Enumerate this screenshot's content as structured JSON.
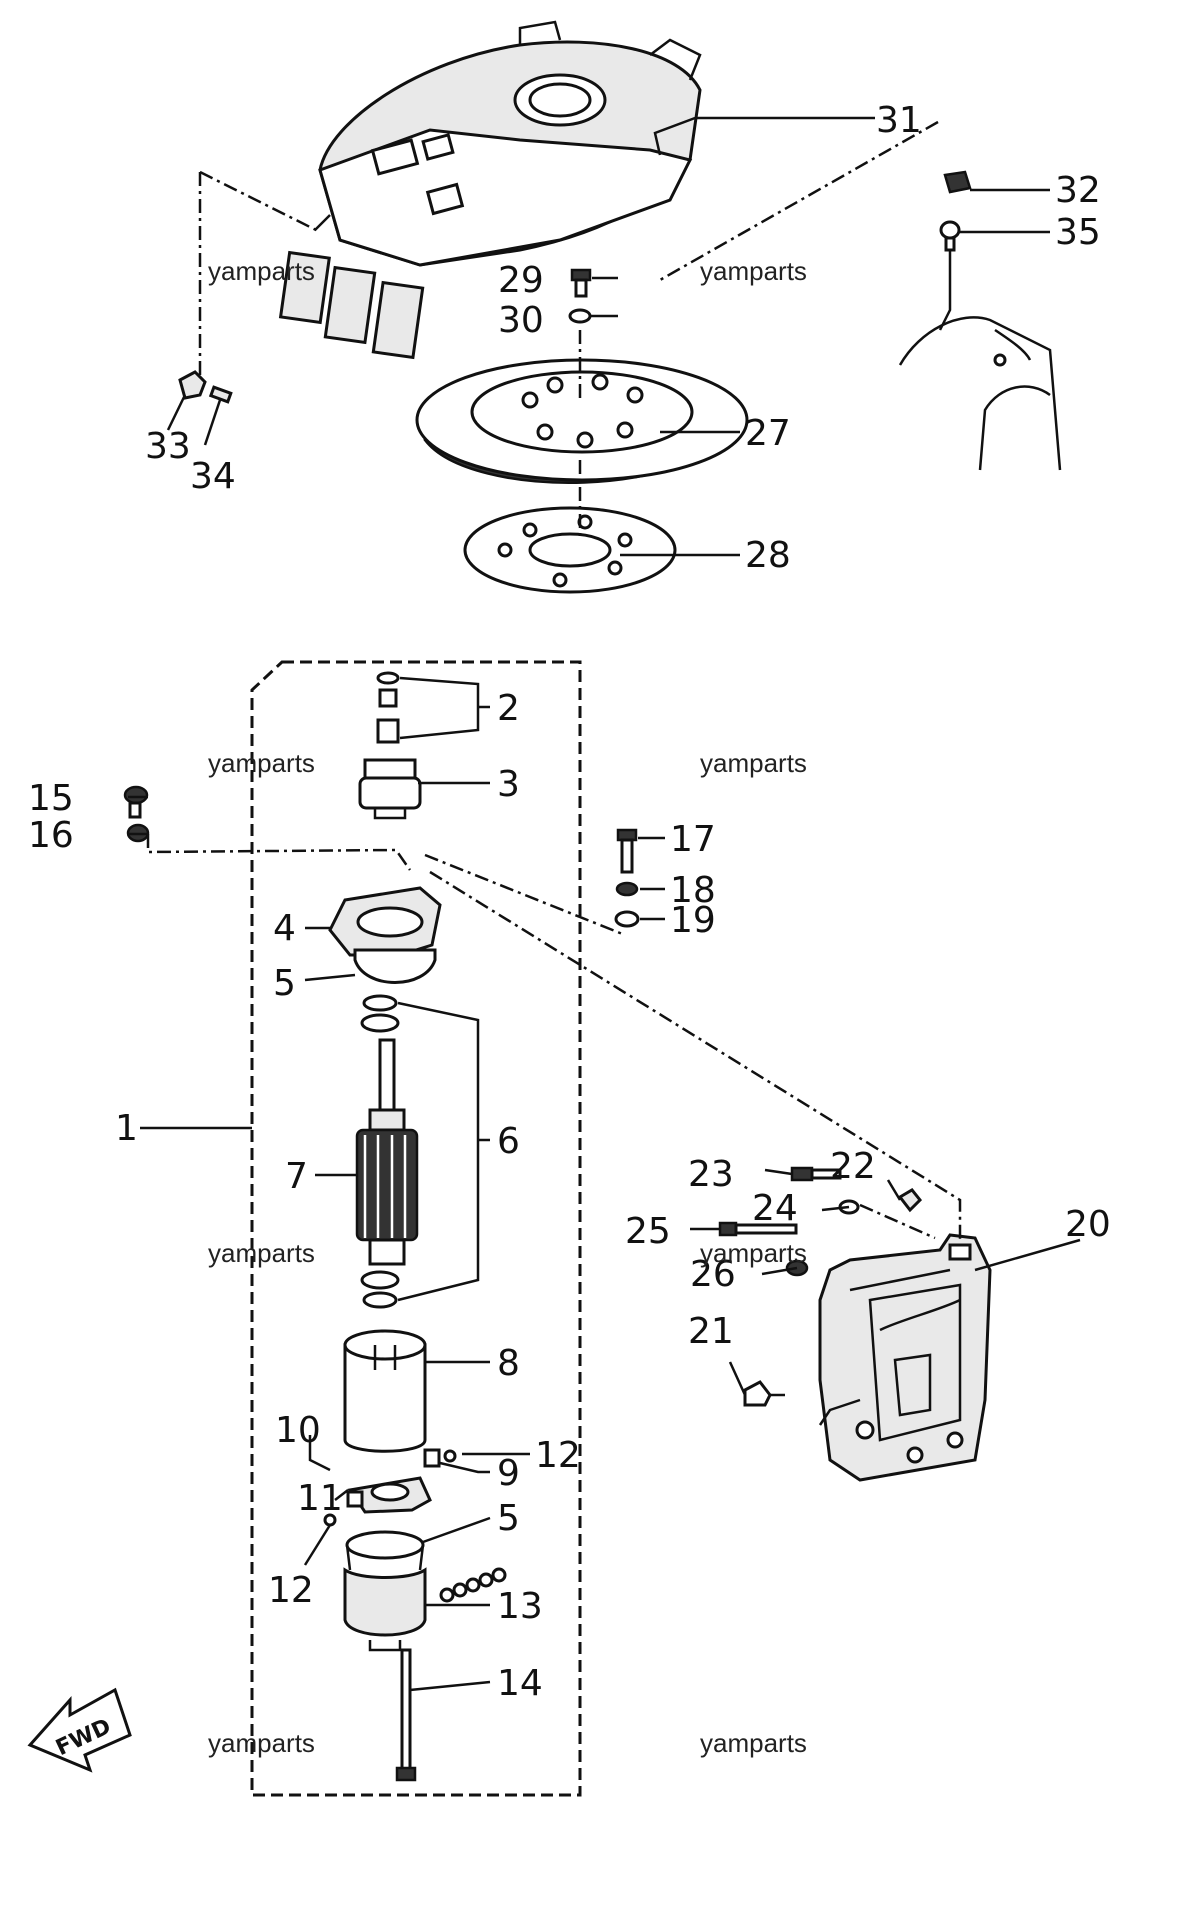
{
  "labels": {
    "p1": "1",
    "p2": "2",
    "p3": "3",
    "p4": "4",
    "p5a": "5",
    "p5b": "5",
    "p6": "6",
    "p7": "7",
    "p8": "8",
    "p9": "9",
    "p10": "10",
    "p11": "11",
    "p12a": "12",
    "p12b": "12",
    "p13": "13",
    "p14": "14",
    "p15": "15",
    "p16": "16",
    "p17": "17",
    "p18": "18",
    "p19": "19",
    "p20": "20",
    "p21": "21",
    "p22": "22",
    "p23": "23",
    "p24": "24",
    "p25": "25",
    "p26": "26",
    "p27": "27",
    "p28": "28",
    "p29": "29",
    "p30": "30",
    "p31": "31",
    "p32": "32",
    "p33": "33",
    "p34": "34",
    "p35": "35"
  },
  "watermark": "yamparts",
  "fwd_label": "FWD"
}
